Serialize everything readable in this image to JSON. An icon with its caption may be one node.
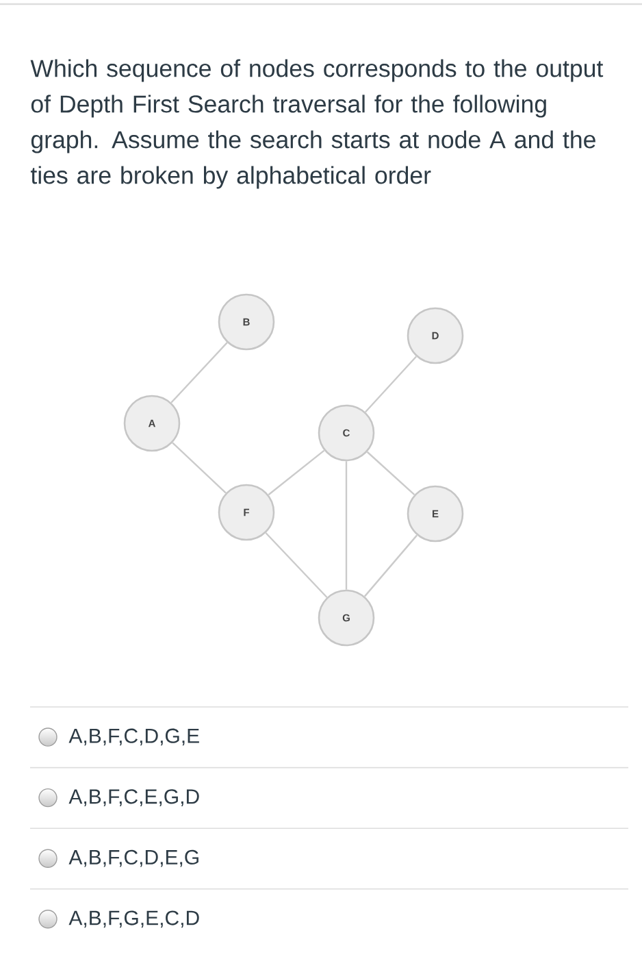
{
  "diagram": {
    "nodes": [
      {
        "text": [
          "B"
        ]
      },
      {
        "text": [
          "D"
        ]
      },
      {
        "text": [
          "A"
        ]
      },
      {
        "text": [
          "C"
        ]
      },
      {
        "text": [
          "F"
        ]
      },
      {
        "text": [
          "E"
        ]
      },
      {
        "text": [
          "G"
        ]
      }
    ],
    "edges": [
      {
        "from": 2,
        "to": 0,
        "arrow": "none"
      },
      {
        "from": 2,
        "to": 4,
        "arrow": "none"
      },
      {
        "from": 4,
        "to": 3,
        "arrow": "none"
      },
      {
        "from": 3,
        "to": 1,
        "arrow": "none"
      },
      {
        "from": 3,
        "to": 5,
        "arrow": "none"
      },
      {
        "from": 3,
        "to": 6,
        "arrow": "none"
      },
      {
        "from": 4,
        "to": 6,
        "arrow": "none"
      },
      {
        "from": 5,
        "to": 6,
        "arrow": "none"
      }
    ],
    "labels": [
      "Which sequence of nodes corresponds to the output of Depth First Search traversal for the following graph. Assume the search starts at node A and the ties are broken by alphabetical order",
      "A,B,F,C,D,G,E",
      "A,B,F,C,E,G,D",
      "A,B,F,C,D,E,G",
      "A,B,F,G,E,C,D"
    ]
  }
}
